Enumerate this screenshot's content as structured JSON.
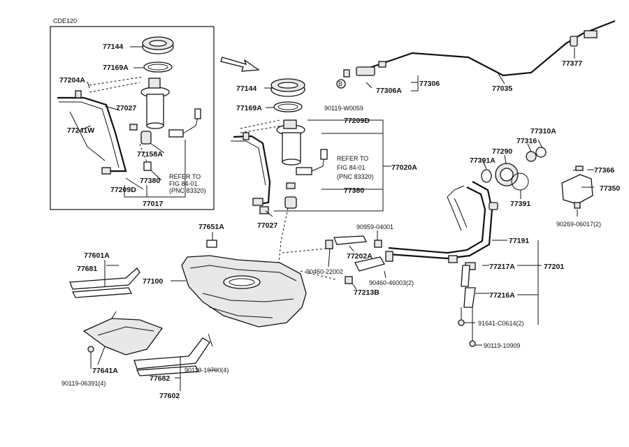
{
  "diagram": {
    "model_code": "CDE120",
    "refer_left": [
      "REFER TO",
      "FIG 84-01",
      "(PNC 83320)"
    ],
    "refer_mid": [
      "REFER TO",
      "FIG 84-01",
      "(PNC 83320)"
    ],
    "labels": {
      "p77144_a": "77144",
      "p77169a_a": "77169A",
      "p77204a": "77204A",
      "p77027_a": "77027",
      "p77241w": "77241W",
      "p77158a": "77158A",
      "p77380_a": "77380",
      "p77209d_a": "77209D",
      "p77017": "77017",
      "p77144_b": "77144",
      "p77169a_b": "77169A",
      "p77209d_b": "77209D",
      "p77020a": "77020A",
      "p77380_b": "77380",
      "p77027_b": "77027",
      "p90119_w0059": "90119-W0059",
      "p77306a": "77306A",
      "p77306": "77306",
      "p77035": "77035",
      "p77377": "77377",
      "p77310a": "77310A",
      "p77316": "77316",
      "p77290": "77290",
      "p77391a": "77391A",
      "p77391": "77391",
      "p77366": "77366",
      "p77350": "77350",
      "p90269": "90269-06017(2)",
      "p77651a": "77651A",
      "p90959": "90959-04001",
      "p77202a": "77202A",
      "p90460_22002": "90460-22002",
      "p90460_46003": "90460-46003(2)",
      "p77213b": "77213B",
      "p77191": "77191",
      "p77217a": "77217A",
      "p77201": "77201",
      "p77216a": "77216A",
      "p91641": "91641-C0614(2)",
      "p90119_10909": "90119-10909",
      "p77601a": "77601A",
      "p77681": "77681",
      "p77100": "77100",
      "p77641a": "77641A",
      "p90119_06391": "90119-06391(4)",
      "p77682": "77682",
      "p90119_10700": "90119-10700(4)",
      "p77602": "77602",
      "bolt_b": "B"
    }
  }
}
